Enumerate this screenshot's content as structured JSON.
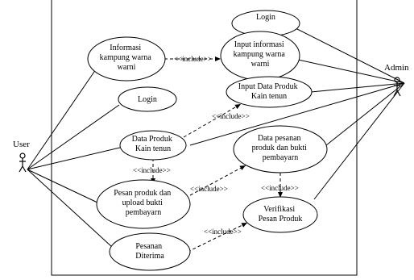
{
  "actors": {
    "user": "User",
    "admin": "Admin"
  },
  "use_cases": {
    "login_admin": [
      "Login"
    ],
    "informasi": [
      "Informasi",
      "kampung warna",
      "warni"
    ],
    "input_informasi": [
      "Input informasi",
      "kampung warna",
      "warni"
    ],
    "login_user": [
      "Login"
    ],
    "input_data_produk": [
      "Input Data Produk",
      "Kain tenun"
    ],
    "data_produk": [
      "Data Produk",
      "Kain tenun"
    ],
    "data_pesanan": [
      "Data pesanan",
      "produk dan bukti",
      "pembayarn"
    ],
    "pesan_produk": [
      "Pesan produk dan",
      "upload bukti",
      "pembayarn"
    ],
    "verifikasi": [
      "Verifikasi",
      "Pesan Produk"
    ],
    "pesanan_diterima": [
      "Pesanan",
      "Diterima"
    ]
  },
  "include_label": "<<include>>",
  "relations": {
    "inc1": "<<include>>",
    "inc2": "<<include>>",
    "inc3": "<<include>>",
    "inc4": "<<include>>",
    "inc5": "<<include>>",
    "inc6": "<<include>>"
  }
}
